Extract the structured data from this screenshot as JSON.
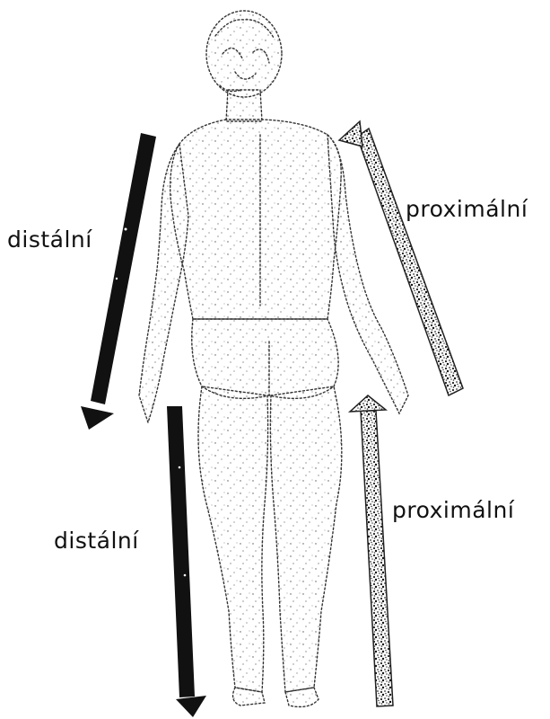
{
  "labels": {
    "distal_arm": "distální",
    "proximal_arm": "proximální",
    "distal_leg": "distální",
    "proximal_leg": "proximální"
  },
  "colors": {
    "distal_arrow": "#111111",
    "proximal_arrow_fill": "#8a8a8a",
    "outline": "#222222"
  }
}
